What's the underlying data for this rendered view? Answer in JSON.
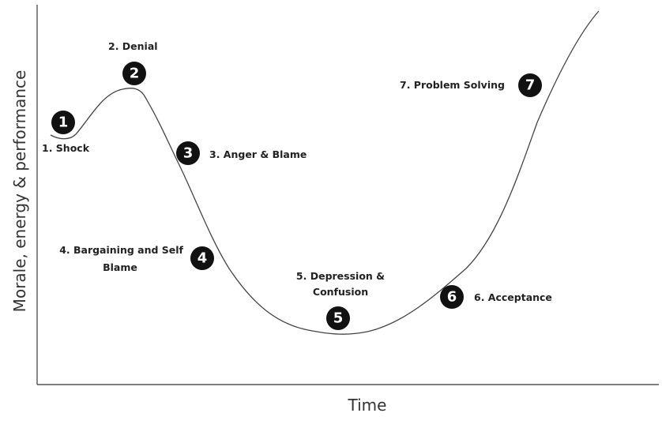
{
  "axes": {
    "y_title": "Morale, energy & performance",
    "x_title": "Time"
  },
  "stages": [
    {
      "number": "1",
      "label_lines": [
        "1. Shock"
      ]
    },
    {
      "number": "2",
      "label_lines": [
        "2. Denial"
      ]
    },
    {
      "number": "3",
      "label_lines": [
        "3. Anger & Blame"
      ]
    },
    {
      "number": "4",
      "label_lines": [
        "4. Bargaining and Self",
        "Blame"
      ]
    },
    {
      "number": "5",
      "label_lines": [
        "5. Depression &",
        "Confusion"
      ]
    },
    {
      "number": "6",
      "label_lines": [
        "6. Acceptance"
      ]
    },
    {
      "number": "7",
      "label_lines": [
        "7. Problem Solving"
      ]
    }
  ],
  "colors": {
    "marker_fill": "#111111",
    "marker_text": "#ffffff",
    "curve": "#444444",
    "axis": "#555555"
  }
}
